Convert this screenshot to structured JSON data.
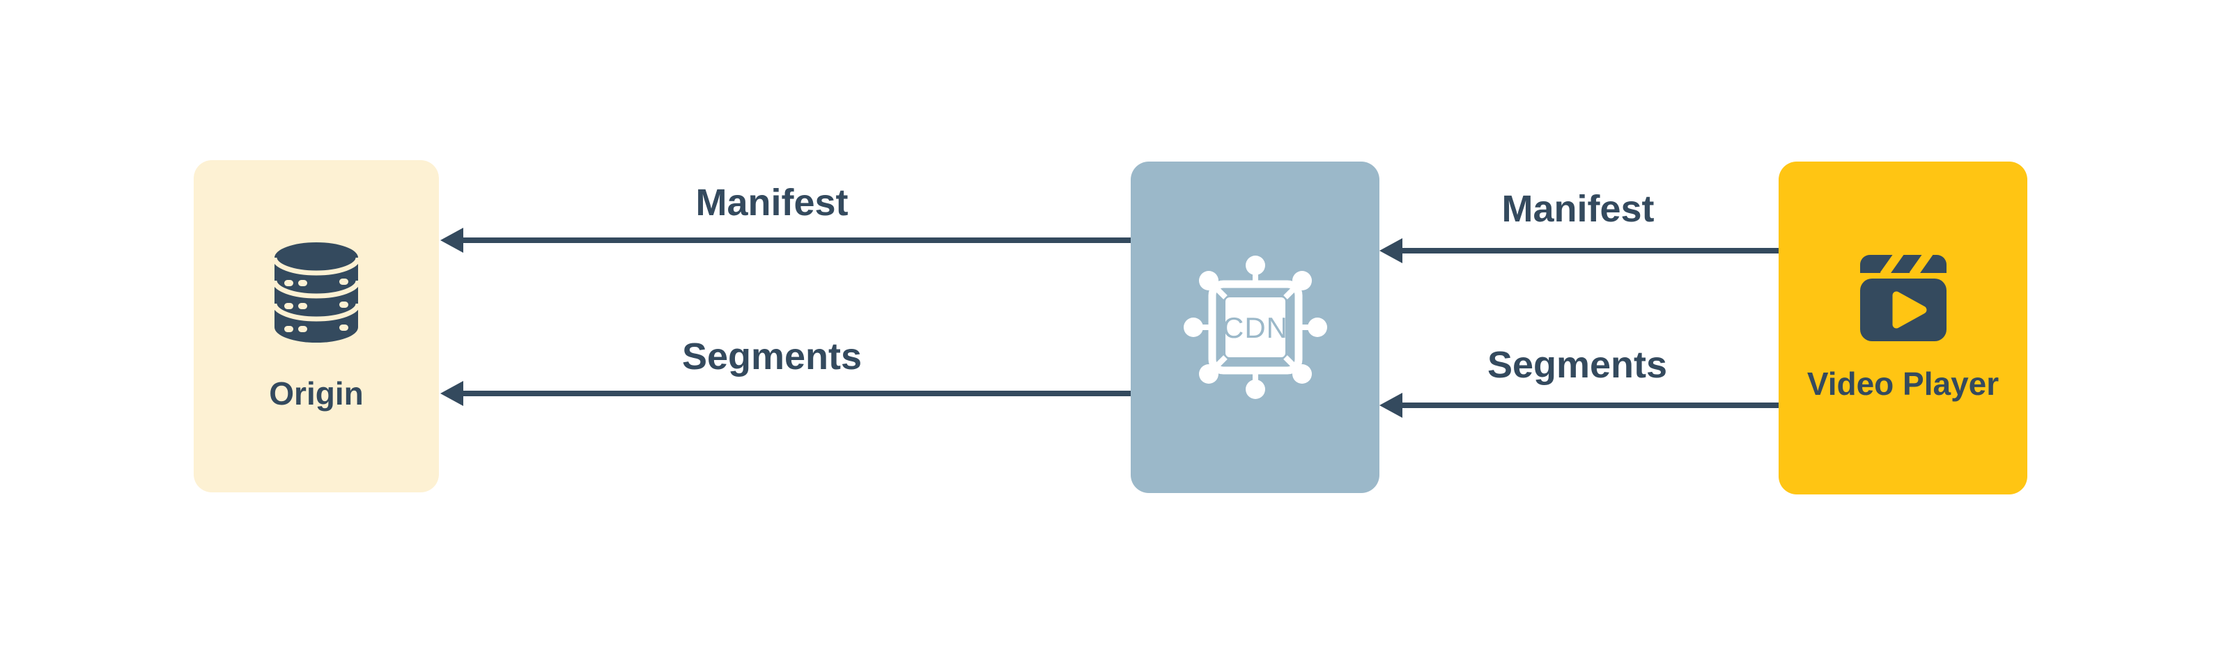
{
  "diagram": {
    "type": "architecture-flow",
    "colors": {
      "navy": "#344A5E",
      "cream": "#FDF1D3",
      "bluegray": "#9BB8C9",
      "yellow": "#FFC513",
      "white": "#FFFFFF"
    },
    "nodes": [
      {
        "id": "origin",
        "label": "Origin",
        "icon": "database-icon",
        "fill": "#FDF1D3"
      },
      {
        "id": "cdn",
        "label": "CDN",
        "icon": "cdn-network-chip-icon",
        "fill": "#9BB8C9"
      },
      {
        "id": "video-player",
        "label": "Video Player",
        "icon": "clapperboard-play-icon",
        "fill": "#FFC513"
      }
    ],
    "edges": [
      {
        "from": "cdn",
        "to": "origin",
        "label": "Manifest"
      },
      {
        "from": "cdn",
        "to": "origin",
        "label": "Segments"
      },
      {
        "from": "video-player",
        "to": "cdn",
        "label": "Manifest"
      },
      {
        "from": "video-player",
        "to": "cdn",
        "label": "Segments"
      }
    ]
  }
}
